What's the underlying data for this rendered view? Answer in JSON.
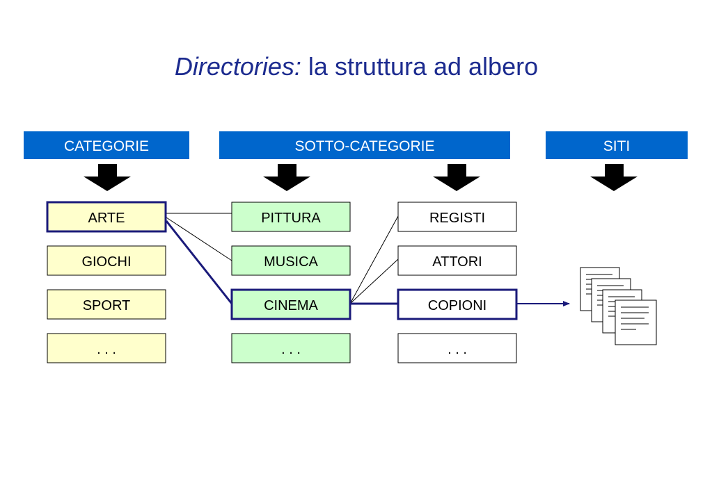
{
  "title": {
    "italic_part": "Directories:",
    "rest": " la struttura ad albero"
  },
  "headers": {
    "categorie": "CATEGORIE",
    "sotto_categorie": "SOTTO-CATEGORIE",
    "siti": "SITI"
  },
  "categories": [
    "ARTE",
    "GIOCHI",
    "SPORT",
    ". . ."
  ],
  "subcategories_1": [
    "PITTURA",
    "MUSICA",
    "CINEMA",
    ". . ."
  ],
  "subcategories_2": [
    "REGISTI",
    "ATTORI",
    "COPIONI",
    ". . ."
  ],
  "sites_icon": "stacked-documents-icon",
  "colors": {
    "title": "#1c2b8f",
    "header_fill": "#0066cc",
    "highlight_border": "#1a1a7a",
    "category_fill": "#ffffcc",
    "subcategory_fill": "#ccffcc",
    "subcategory2_fill": "#ffffff"
  }
}
